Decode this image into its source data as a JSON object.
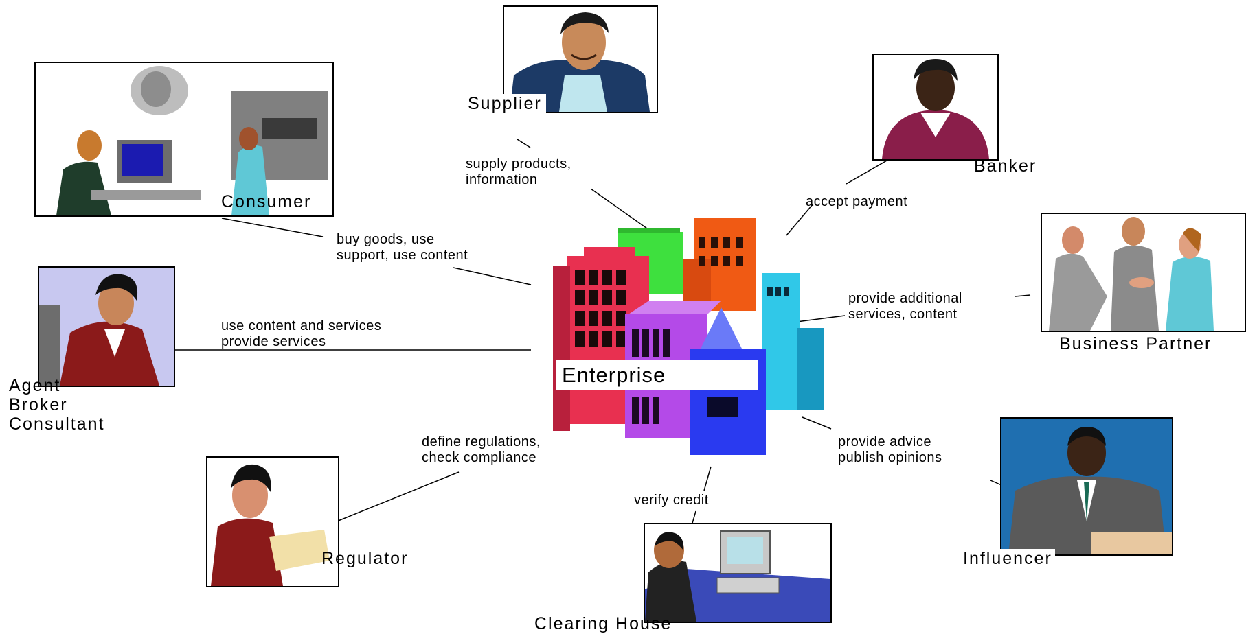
{
  "enterprise": {
    "label": "Enterprise"
  },
  "actors": {
    "supplier": {
      "name": "Supplier",
      "relation": [
        "supply products,",
        "information"
      ]
    },
    "banker": {
      "name": "Banker",
      "relation": [
        "accept payment"
      ]
    },
    "consumer": {
      "name": "Consumer",
      "relation": [
        "buy goods, use",
        "support, use content"
      ]
    },
    "business_partner": {
      "name": "Business Partner",
      "relation": [
        "provide additional",
        "services, content"
      ]
    },
    "agent": {
      "name": [
        "Agent",
        "Broker",
        "Consultant"
      ],
      "relation": [
        "use content and services",
        "provide services"
      ]
    },
    "regulator": {
      "name": "Regulator",
      "relation": [
        "define regulations,",
        "check compliance"
      ]
    },
    "clearing_house": {
      "name": "Clearing House",
      "relation": [
        "verify credit"
      ]
    },
    "influencer": {
      "name": "Influencer",
      "relation": [
        "provide advice",
        "publish opinions"
      ]
    }
  },
  "icons": [
    "supplier-portrait-icon",
    "banker-portrait-icon",
    "consumer-portrait-icon",
    "business-partner-portrait-icon",
    "agent-portrait-icon",
    "regulator-portrait-icon",
    "clearing-house-portrait-icon",
    "influencer-portrait-icon",
    "enterprise-buildings-icon"
  ]
}
